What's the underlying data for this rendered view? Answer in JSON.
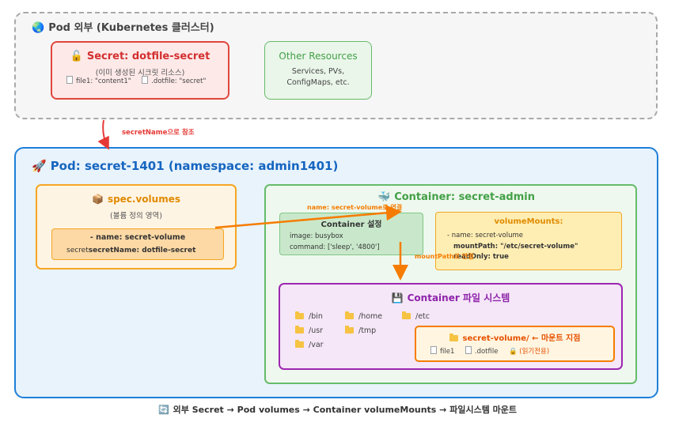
{
  "external": {
    "title": "Pod 외부 (Kubernetes 클러스터)",
    "secret": {
      "title": "Secret: dotfile-secret",
      "note": "(이미 생성된 시크릿 리소스)",
      "file1": "file1: \"content1\"",
      "file2": ".dotfile: \"secret\""
    },
    "other": {
      "title": "Other Resources",
      "desc_line1": "Services, PVs,",
      "desc_line2": "ConfigMaps, etc."
    },
    "ref_label": "secretName으로 참조"
  },
  "pod": {
    "title": "Pod: secret-1401 (namespace: admin1401)",
    "volumes": {
      "title": "spec.volumes",
      "note": "(볼륨 정의 영역)",
      "item_name": "- name: secret-volume",
      "item_secret_prefix": "secret",
      "item_secret_bold": "secretName: dotfile-secret"
    },
    "container": {
      "title": "Container: secret-admin",
      "settings_title": "Container 설정",
      "image_line": "image: busybox",
      "command_line": "command: ['sleep', '4800']",
      "arrow_label_name": "name: secret-volume로 연결",
      "arrow_label_mount": "mountPath로 연결",
      "volume_mounts": {
        "title": "volumeMounts:",
        "line1": "- name: secret-volume",
        "line2": "mountPath: \"/etc/secret-volume\"",
        "line3": "readOnly: true"
      },
      "filesystem": {
        "title": "Container 파일 시스템",
        "dirs": [
          "/bin",
          "/home",
          "/etc",
          "/usr",
          "/tmp",
          "/var"
        ],
        "mount_title": "secret-volume/ ← 마운트 지점",
        "mount_file1": "file1",
        "mount_file2": ".dotfile",
        "mount_ro": "(읽기전용)"
      }
    }
  },
  "footer": "외부 Secret → Pod volumes → Container volumeMounts → 파일시스템 마운트",
  "colors": {
    "secret": "#e0463c",
    "other": "#66bb6a",
    "pod": "#1e7fd8",
    "volumes": "#f5a623",
    "filesystem": "#9c27b0",
    "arrow_ref": "#e53935",
    "arrow_link": "#f57c00"
  },
  "icons": [
    "globe-icon",
    "lock-icon",
    "rocket-icon",
    "package-icon",
    "whale-icon",
    "floppy-disk-icon",
    "folder-icon",
    "document-icon",
    "refresh-icon"
  ]
}
